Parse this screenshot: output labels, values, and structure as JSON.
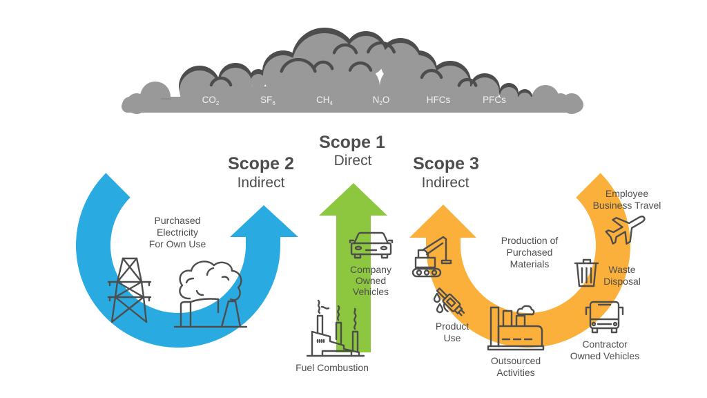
{
  "palette": {
    "text": "#4d4d4d",
    "cloud_fill": "#999999",
    "cloud_outline": "#4d4d4d",
    "gas_label": "#f2f2f2",
    "background": "#ffffff"
  },
  "cloud": {
    "gases": [
      {
        "pre": "CO",
        "sub": "2",
        "post": ""
      },
      {
        "pre": "SF",
        "sub": "6",
        "post": ""
      },
      {
        "pre": "CH",
        "sub": "4",
        "post": ""
      },
      {
        "pre": "N",
        "sub": "2",
        "post": "O"
      },
      {
        "pre": "HFCs",
        "sub": "",
        "post": ""
      },
      {
        "pre": "PFCs",
        "sub": "",
        "post": ""
      }
    ]
  },
  "scopes": {
    "scope1": {
      "title": "Scope 1",
      "subtitle": "Direct",
      "color": "#8dc63f",
      "items": [
        {
          "icon": "car-icon",
          "lines": [
            "Company",
            "Owned",
            "Vehicles"
          ]
        },
        {
          "icon": "factory-smoke-icon",
          "lines": [
            "Fuel Combustion"
          ]
        }
      ]
    },
    "scope2": {
      "title": "Scope 2",
      "subtitle": "Indirect",
      "color": "#29abe2",
      "items": [
        {
          "icon": "transmission-tower-icon",
          "lines": [
            "Purchased",
            "Electricity",
            "For Own Use"
          ]
        },
        {
          "icon": "power-plant-icon",
          "lines": []
        }
      ]
    },
    "scope3": {
      "title": "Scope 3",
      "subtitle": "Indirect",
      "color": "#fbb03b",
      "items": [
        {
          "icon": "excavator-icon",
          "lines": [
            "Production of",
            "Purchased",
            "Materials"
          ]
        },
        {
          "icon": "fuel-nozzle-icon",
          "lines": [
            "Product",
            "Use"
          ]
        },
        {
          "icon": "factory-icon",
          "lines": [
            "Outsourced",
            "Activities"
          ]
        },
        {
          "icon": "bus-icon",
          "lines": [
            "Contractor",
            "Owned Vehicles"
          ]
        },
        {
          "icon": "trash-can-icon",
          "lines": [
            "Waste",
            "Disposal"
          ]
        },
        {
          "icon": "airplane-icon",
          "lines": [
            "Employee",
            "Business Travel"
          ]
        }
      ]
    }
  }
}
